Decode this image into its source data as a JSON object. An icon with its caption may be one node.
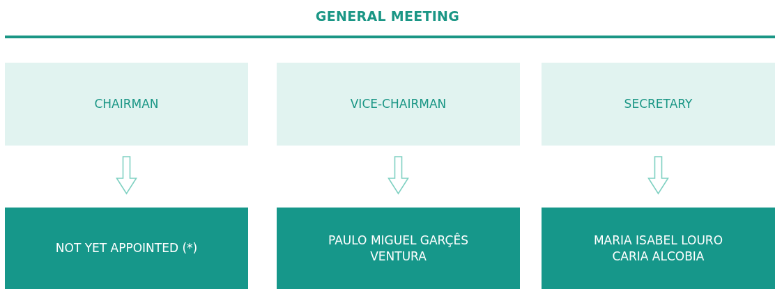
{
  "diagram": {
    "title": "GENERAL MEETING",
    "nodes": [
      {
        "text": [
          "CHAIRMAN"
        ]
      },
      {
        "text": [
          "VICE-CHAIRMAN"
        ]
      },
      {
        "text": [
          "SECRETARY"
        ]
      },
      {
        "text": [
          "NOT YET APPOINTED (*)"
        ]
      },
      {
        "text": [
          "PAULO MIGUEL GARÇÊS VENTURA"
        ]
      },
      {
        "text": [
          "MARIA ISABEL LOURO CARIA ALCOBIA"
        ]
      }
    ],
    "edges": [
      {
        "from": 0,
        "to": 3,
        "arrow": "to"
      },
      {
        "from": 1,
        "to": 4,
        "arrow": "to"
      },
      {
        "from": 2,
        "to": 5,
        "arrow": "to"
      }
    ]
  }
}
